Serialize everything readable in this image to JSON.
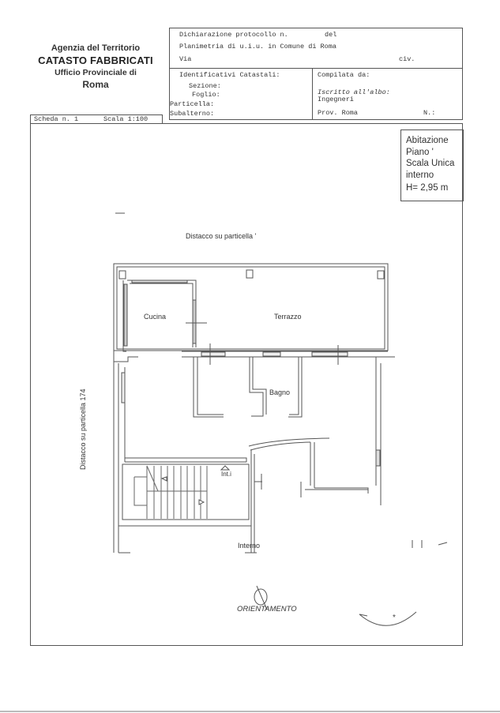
{
  "agency": {
    "line1": "Agenzia del Territorio",
    "line2": "CATASTO FABBRICATI",
    "line3": "Ufficio Provinciale di",
    "line4": "Roma"
  },
  "header": {
    "dichiarazione": "Dichiarazione protocollo n.",
    "del": "del",
    "planimetria": "Planimetria di u.i.u. in Comune di Roma",
    "via": "Via",
    "civ": "civ.",
    "identificativi": "Identificativi Catastali:",
    "sezione": "Sezione:",
    "foglio": "Foglio:",
    "particella": "Particella:",
    "subalterno": "Subalterno:",
    "compilata": "Compilata da:",
    "iscritto": "Iscritto all'albo:",
    "albo_value": "Ingegneri",
    "prov": "Prov. Roma",
    "n": "N.:"
  },
  "scheda": {
    "number": "Scheda n. 1",
    "scale": "Scala 1:100"
  },
  "info_box": {
    "line1": "Abitazione",
    "line2": "Piano '",
    "line3": "Scala Unica",
    "line4": "interno",
    "line5": "H= 2,95 m"
  },
  "plan": {
    "distacco_top": "Distacco su particella '",
    "distacco_left": "Distacco su particella 174",
    "rooms": {
      "cucina": "Cucina",
      "terrazzo": "Terrazzo",
      "bagno": "Bagno",
      "ingresso": "Int.i",
      "interno": "Interno"
    },
    "orientation_label": "ORIENTAMENTO"
  }
}
